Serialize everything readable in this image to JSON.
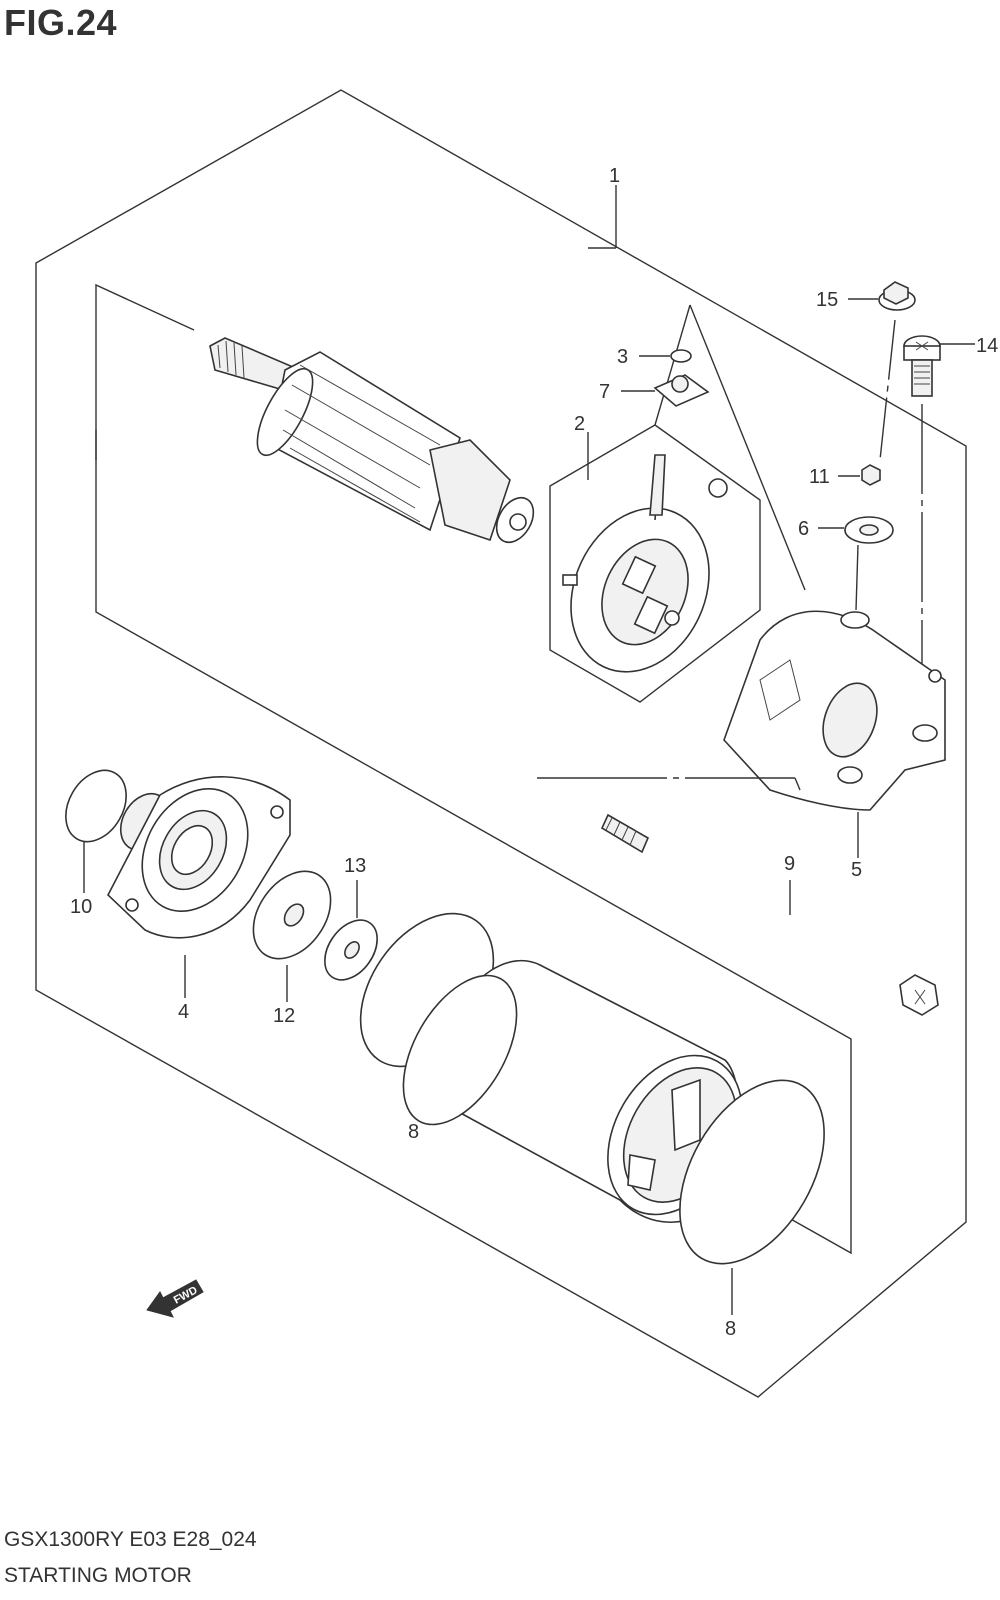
{
  "figure": {
    "title": "FIG.24",
    "model_code": "GSX1300RY E03 E28_024",
    "caption": "STARTING MOTOR"
  },
  "callouts": {
    "p1": "1",
    "p2": "2",
    "p3": "3",
    "p4": "4",
    "p5": "5",
    "p6": "6",
    "p7": "7",
    "p8a": "8",
    "p8b": "8",
    "p9": "9",
    "p10": "10",
    "p11": "11",
    "p12": "12",
    "p13": "13",
    "p14": "14",
    "p15": "15"
  },
  "direction_arrow": {
    "label": "FWD"
  }
}
